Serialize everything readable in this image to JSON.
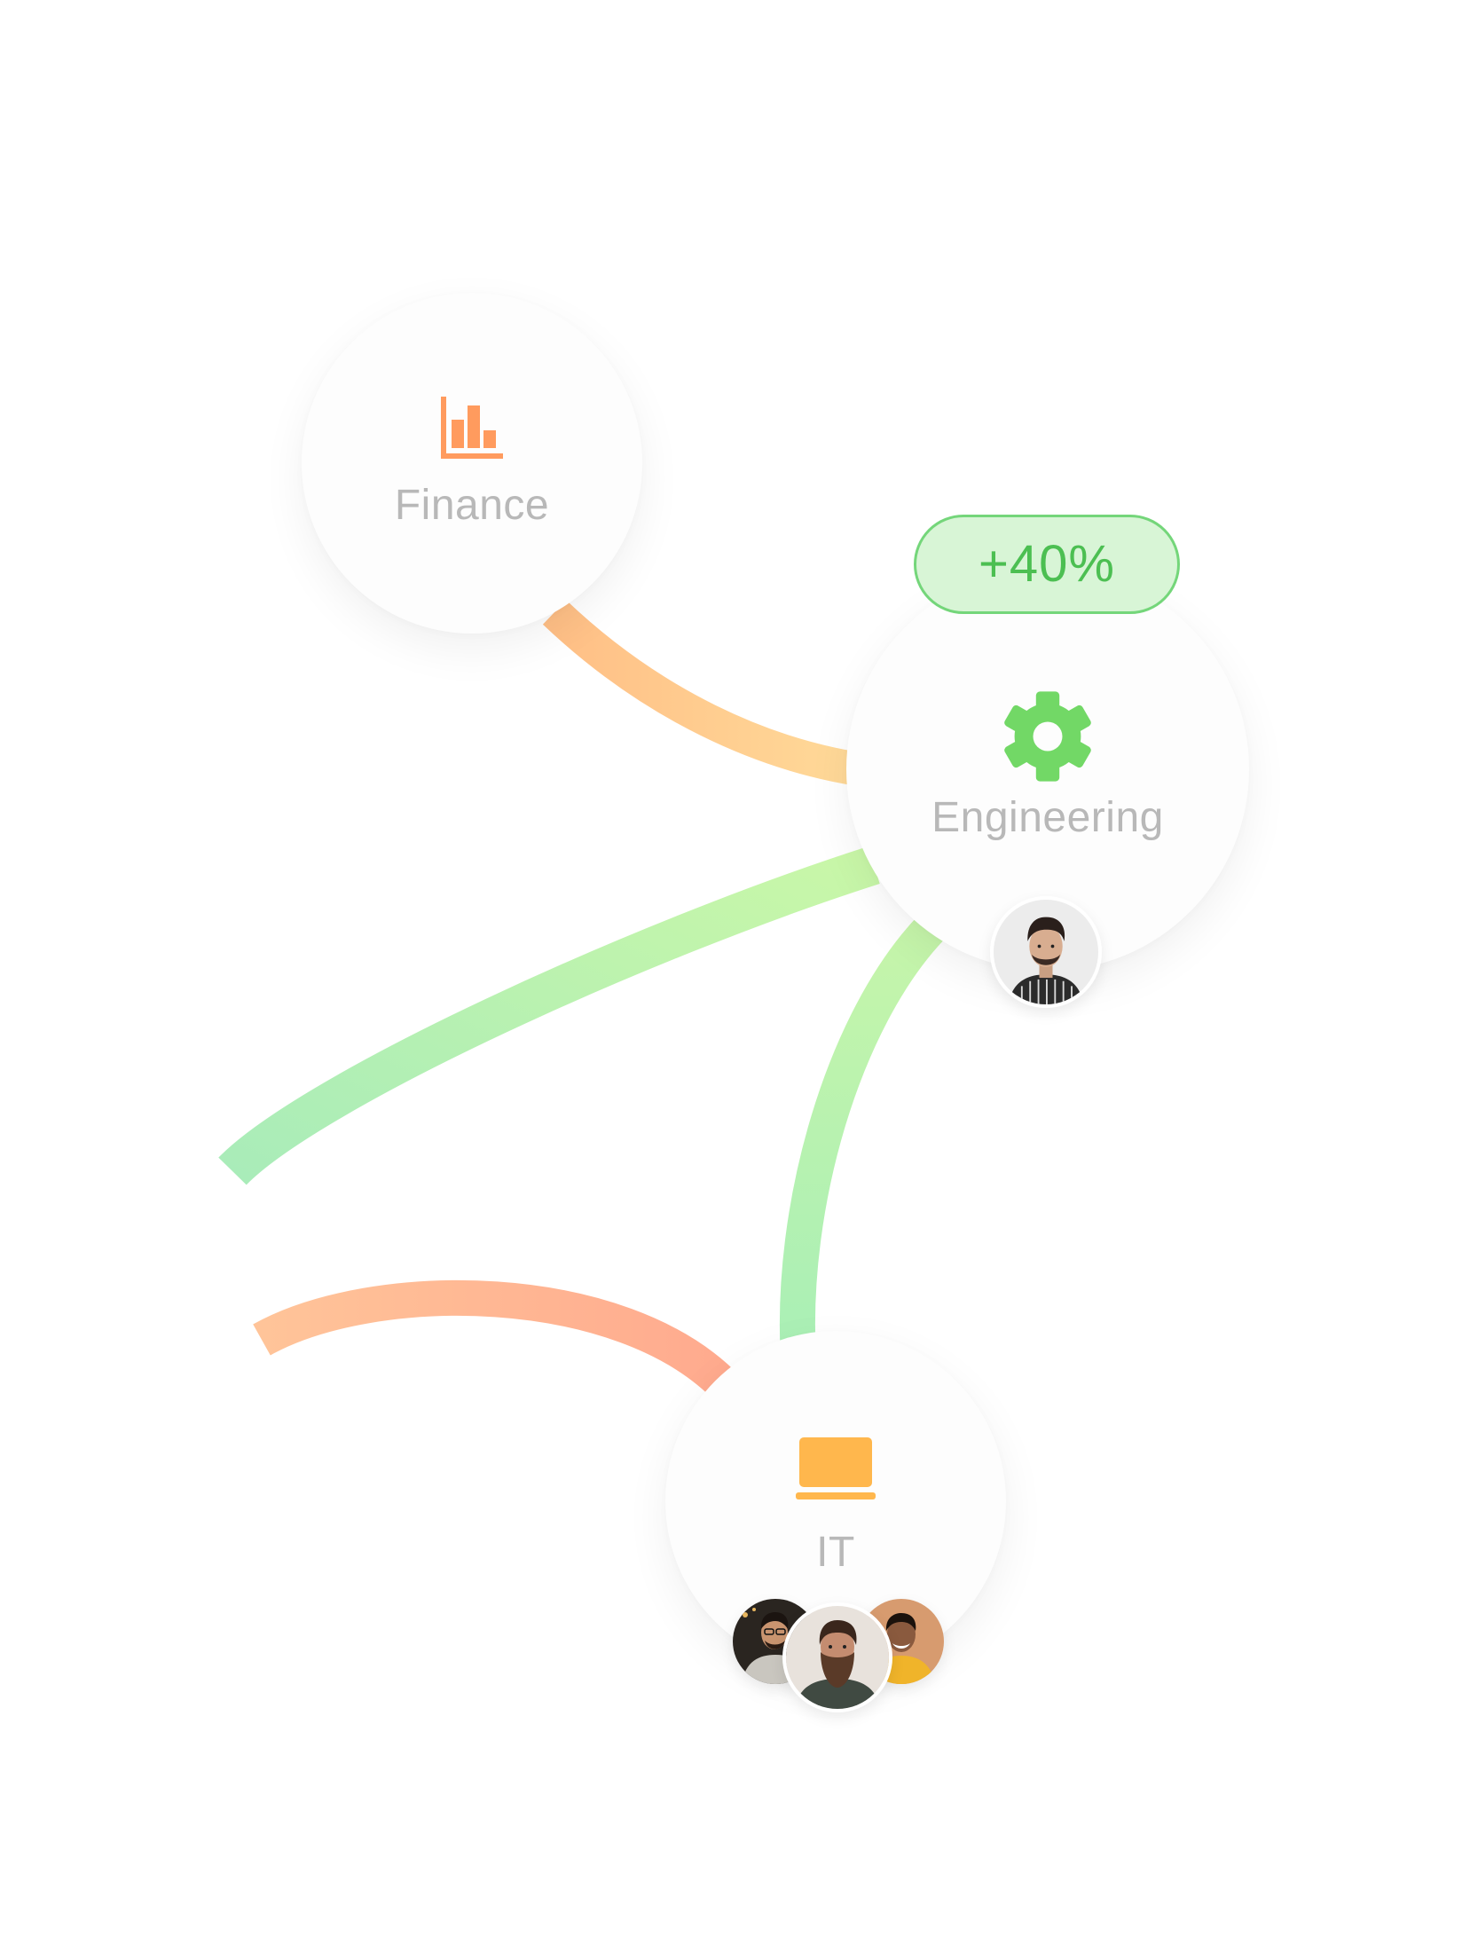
{
  "nodes": {
    "finance": {
      "label": "Finance",
      "icon": "bar-chart-icon",
      "icon_color": "#ff9b5e"
    },
    "engineering": {
      "label": "Engineering",
      "icon": "gear-icon",
      "icon_color": "#72d866",
      "badge": "+40%",
      "badge_color": "#4cbf52"
    },
    "it": {
      "label": "IT",
      "icon": "laptop-icon",
      "icon_color": "#ffb74d"
    }
  },
  "links": [
    {
      "from": "Finance",
      "to": "Engineering",
      "colors": [
        "#ffbf86",
        "#ffdc9a"
      ]
    },
    {
      "from": "Engineering",
      "to": "off-screen-left",
      "colors": [
        "#c9f7a8",
        "#a9ecb9"
      ]
    },
    {
      "from": "Engineering",
      "to": "IT",
      "colors": [
        "#c6f5aa",
        "#a9efb6"
      ]
    },
    {
      "from": "off-screen-left",
      "to": "IT",
      "colors": [
        "#ffc499",
        "#ffaa8e"
      ]
    }
  ],
  "avatars": {
    "engineering": [
      "avatar-bearded-man"
    ],
    "it": [
      "avatar-man-glasses",
      "avatar-bearded-man-center",
      "avatar-smiling-man"
    ]
  }
}
